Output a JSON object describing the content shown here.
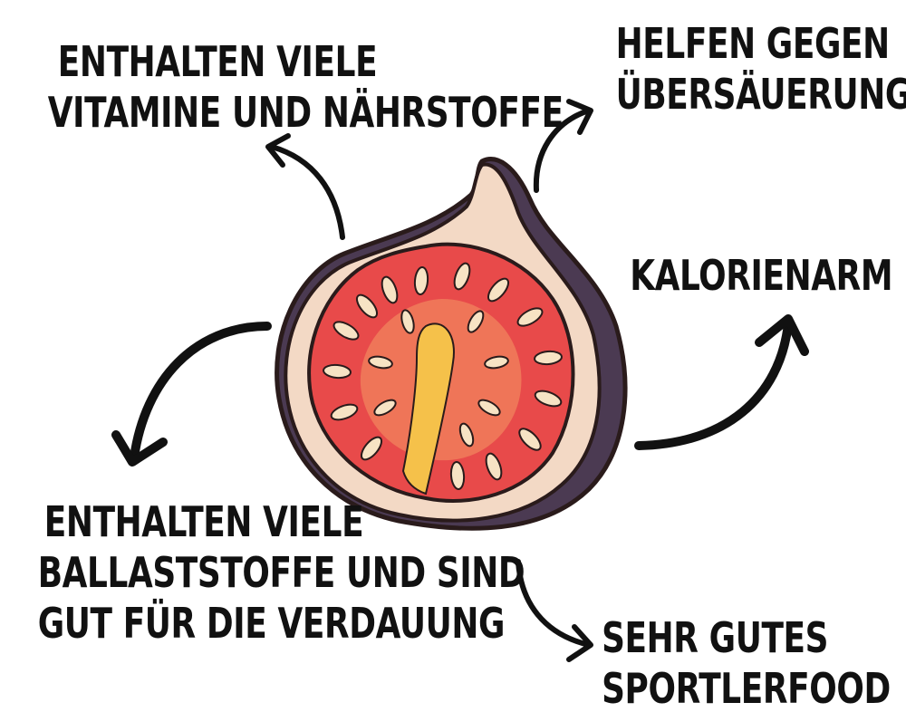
{
  "benefits": {
    "vitamins": {
      "lines": [
        "ENTHALTEN VIELE",
        "VITAMINE UND NÄHRSTOFFE"
      ]
    },
    "acid": {
      "lines": [
        "HELFEN GEGEN",
        "ÜBERSÄUERUNGEN"
      ]
    },
    "calorie": {
      "lines": [
        "KALORIENARM"
      ]
    },
    "fiber": {
      "lines": [
        "ENTHALTEN VIELE",
        "BALLASTSTOFFE UND SIND",
        "GUT FÜR DIE VERDAUUNG"
      ]
    },
    "sport": {
      "lines": [
        "SEHR GUTES",
        "SPORTLERFOOD"
      ]
    }
  },
  "illustration": {
    "subject": "fig-half-icon",
    "colors": {
      "skin": "#4b3a52",
      "rind": "#f3d9c5",
      "flesh_outer": "#e84a4a",
      "flesh_inner": "#f07c5a",
      "seed": "#f7e3c4",
      "outline": "#2a1b1b",
      "arrow": "#111111"
    }
  }
}
